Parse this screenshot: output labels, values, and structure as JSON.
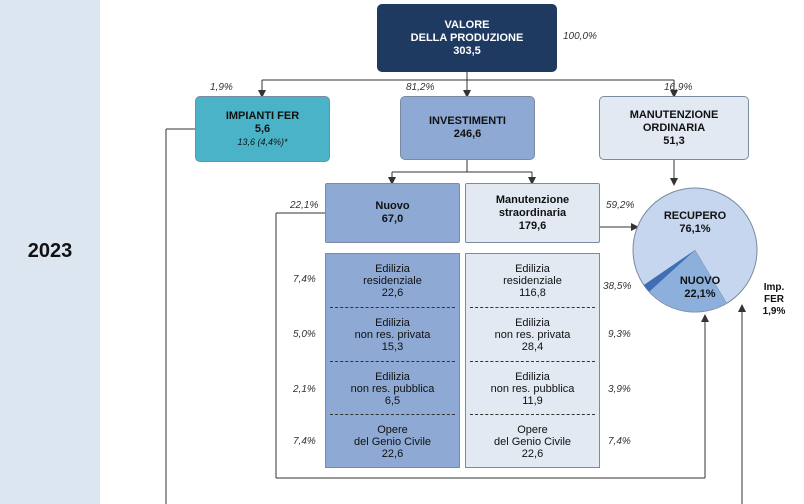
{
  "year": "2023",
  "top": {
    "line1": "VALORE",
    "line2": "DELLA PRODUZIONE",
    "value": "303,5",
    "pct": "100,0%"
  },
  "fer": {
    "title": "IMPIANTI FER",
    "value": "5,6",
    "sub": "13,6 (4,4%)*",
    "pct": "1,9%"
  },
  "investimenti": {
    "title": "INVESTIMENTI",
    "value": "246,6",
    "pct": "81,2%"
  },
  "manutenzione": {
    "line1": "MANUTENZIONE",
    "line2": "ORDINARIA",
    "value": "51,3",
    "pct": "16,9%"
  },
  "nuovo": {
    "title": "Nuovo",
    "value": "67,0",
    "pct": "22,1%"
  },
  "man_straord": {
    "line1": "Manutenzione",
    "line2": "straordinaria",
    "value": "179,6",
    "pct": "59,2%"
  },
  "left_cells": [
    {
      "l1": "Edilizia",
      "l2": "residenziale",
      "value": "22,6",
      "pct": "7,4%"
    },
    {
      "l1": "Edilizia",
      "l2": "non res. privata",
      "value": "15,3",
      "pct": "5,0%"
    },
    {
      "l1": "Edilizia",
      "l2": "non res. pubblica",
      "value": "6,5",
      "pct": "2,1%"
    },
    {
      "l1": "Opere",
      "l2": "del Genio Civile",
      "value": "22,6",
      "pct": "7,4%"
    }
  ],
  "right_cells": [
    {
      "l1": "Edilizia",
      "l2": "residenziale",
      "value": "116,8",
      "pct": "38,5%"
    },
    {
      "l1": "Edilizia",
      "l2": "non res. privata",
      "value": "28,4",
      "pct": "9,3%"
    },
    {
      "l1": "Edilizia",
      "l2": "non res. pubblica",
      "value": "11,9",
      "pct": "3,9%"
    },
    {
      "l1": "Opere",
      "l2": "del Genio Civile",
      "value": "22,6",
      "pct": "7,4%"
    }
  ],
  "pie": {
    "recupero_label": "RECUPERO",
    "recupero_value": "76,1%",
    "nuovo_label": "NUOVO",
    "nuovo_value": "22,1%",
    "fer_label1": "Imp.",
    "fer_label2": "FER",
    "fer_value": "1,9%",
    "colors": {
      "recupero": "#c5d6ee",
      "nuovo": "#8dafdc",
      "fer": "#3f6eb5"
    }
  }
}
